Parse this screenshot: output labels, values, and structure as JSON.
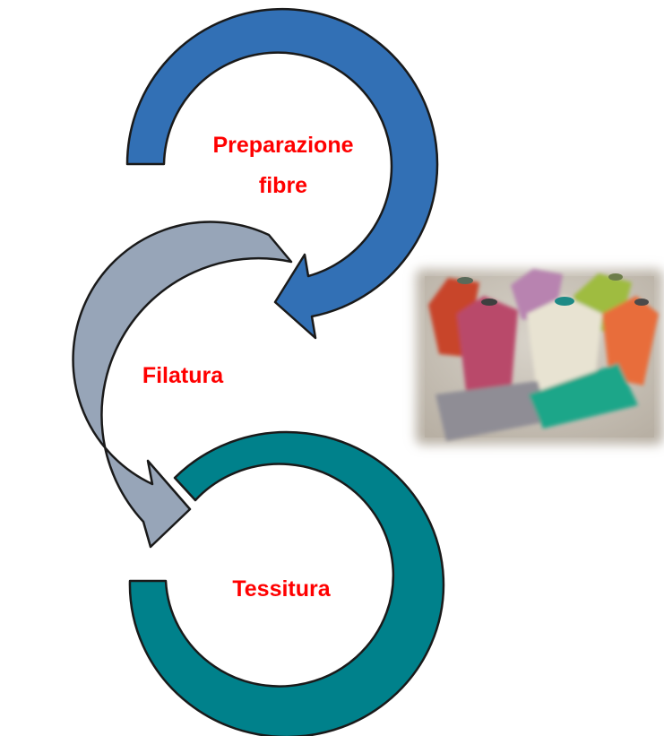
{
  "diagram": {
    "steps": [
      {
        "label_line1": "Preparazione",
        "label_line2": "fibre",
        "color": "#3270b5"
      },
      {
        "label_line1": "Filatura",
        "color": "#97a5b8"
      },
      {
        "label_line1": "Tessitura",
        "color": "#00818b"
      }
    ],
    "label_color": "#ff0000"
  },
  "photo": {
    "subject": "yarn-cones",
    "cone_colors": [
      "#c8452c",
      "#b94a6a",
      "#9fbc3f",
      "#e8e3d2",
      "#e86d3b",
      "#8f8d95",
      "#1ea689",
      "#b883b0"
    ]
  }
}
